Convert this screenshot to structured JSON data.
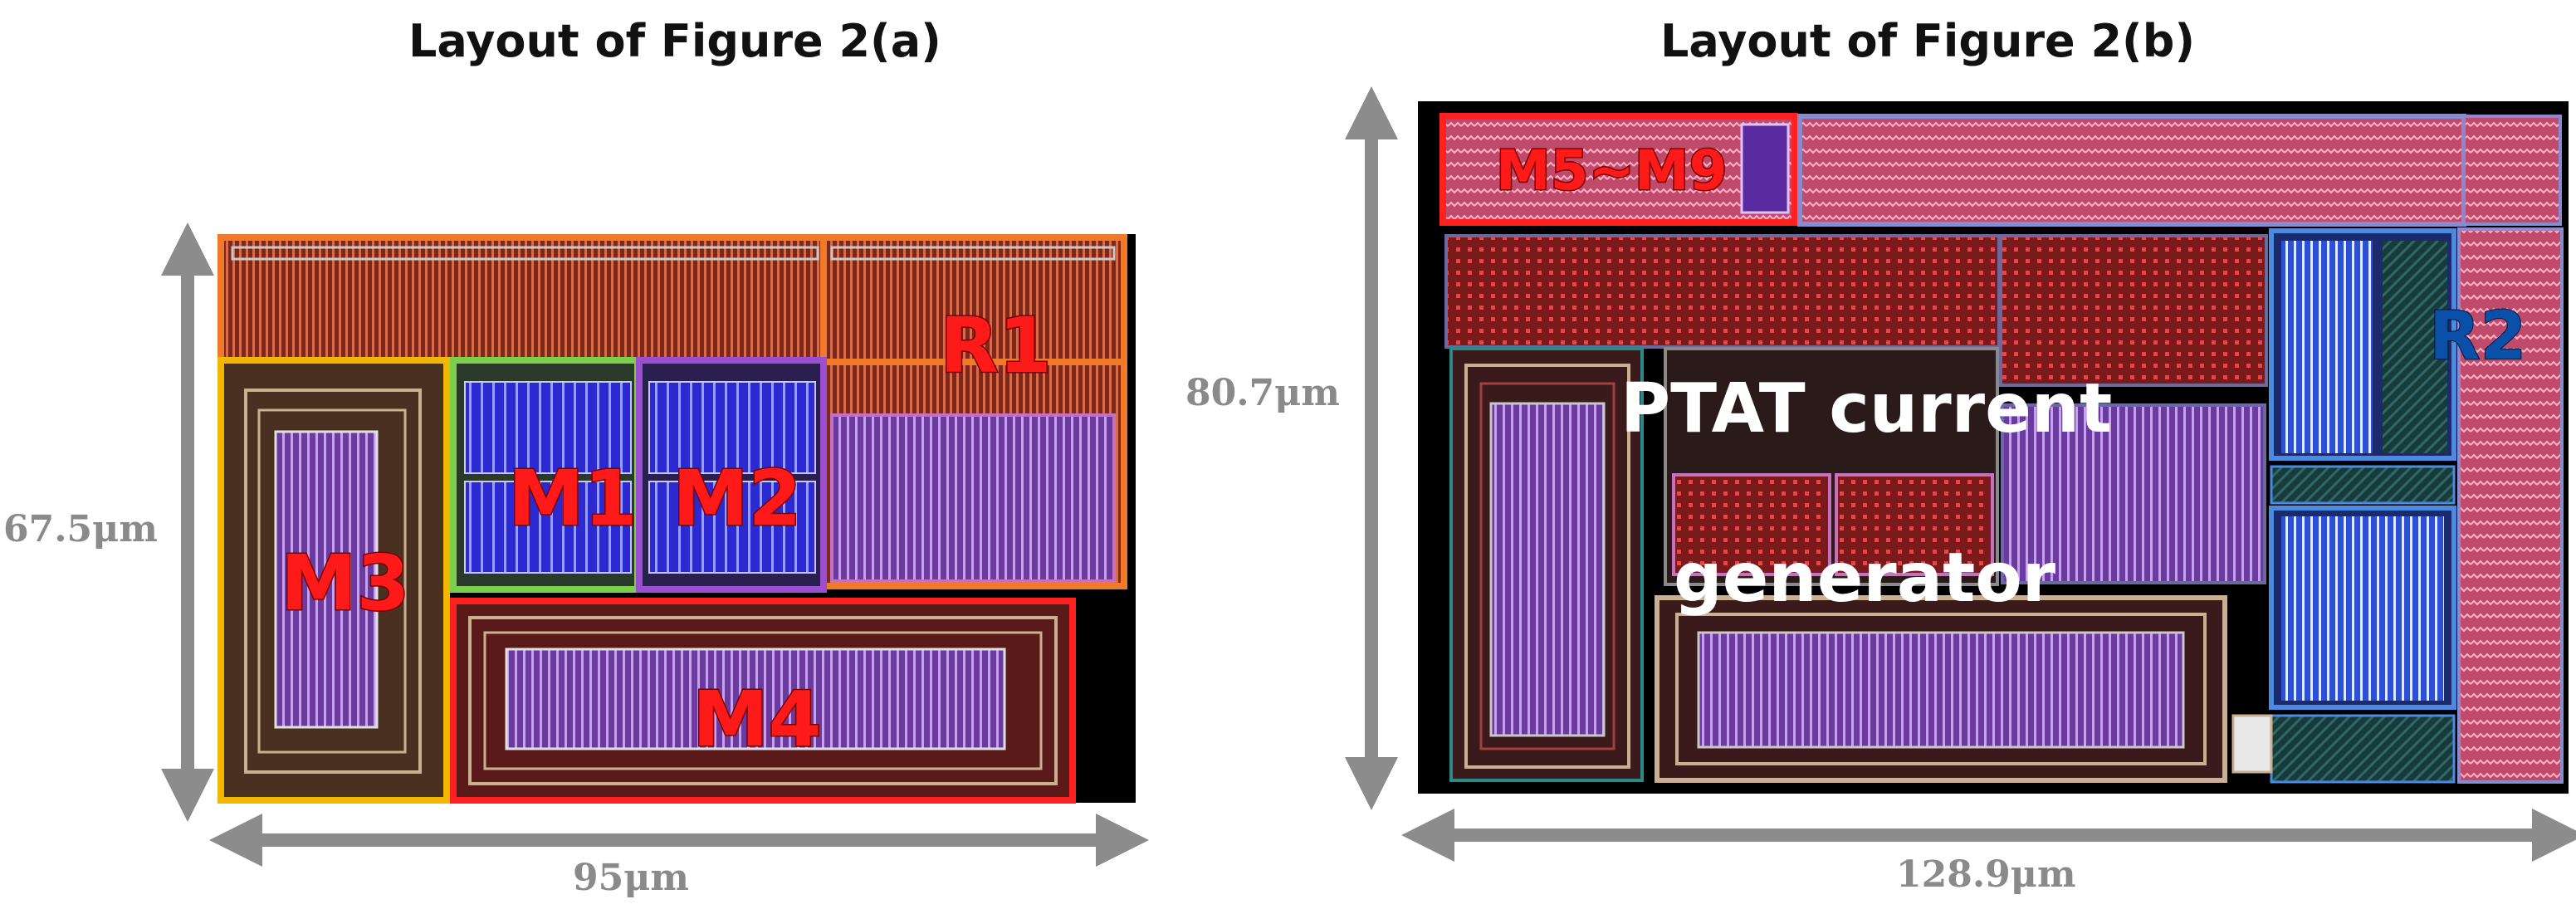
{
  "titles": {
    "left": "Layout of Figure 2(a)",
    "right": "Layout of Figure 2(b)"
  },
  "dimensions": {
    "left_height": "67.5μm",
    "left_width": "95μm",
    "right_height": "80.7μm",
    "right_width": "128.9μm"
  },
  "labels_a": {
    "r1": "R1",
    "m1": "M1",
    "m2": "M2",
    "m3": "M3",
    "m4": "M4"
  },
  "labels_b": {
    "m5_m9": "M5~M9",
    "r2": "R2",
    "ptat_line1": "PTAT current",
    "ptat_line2": "generator"
  },
  "colors": {
    "arrow": "#8c8c8c",
    "outline_orange": "#f07a2a",
    "outline_yellow": "#f2b705",
    "outline_green": "#7ad04a",
    "outline_purple": "#9b4fd0",
    "outline_red": "#ff2020",
    "label_red": "#ff1a1a",
    "label_blue": "#0a4fa8"
  }
}
